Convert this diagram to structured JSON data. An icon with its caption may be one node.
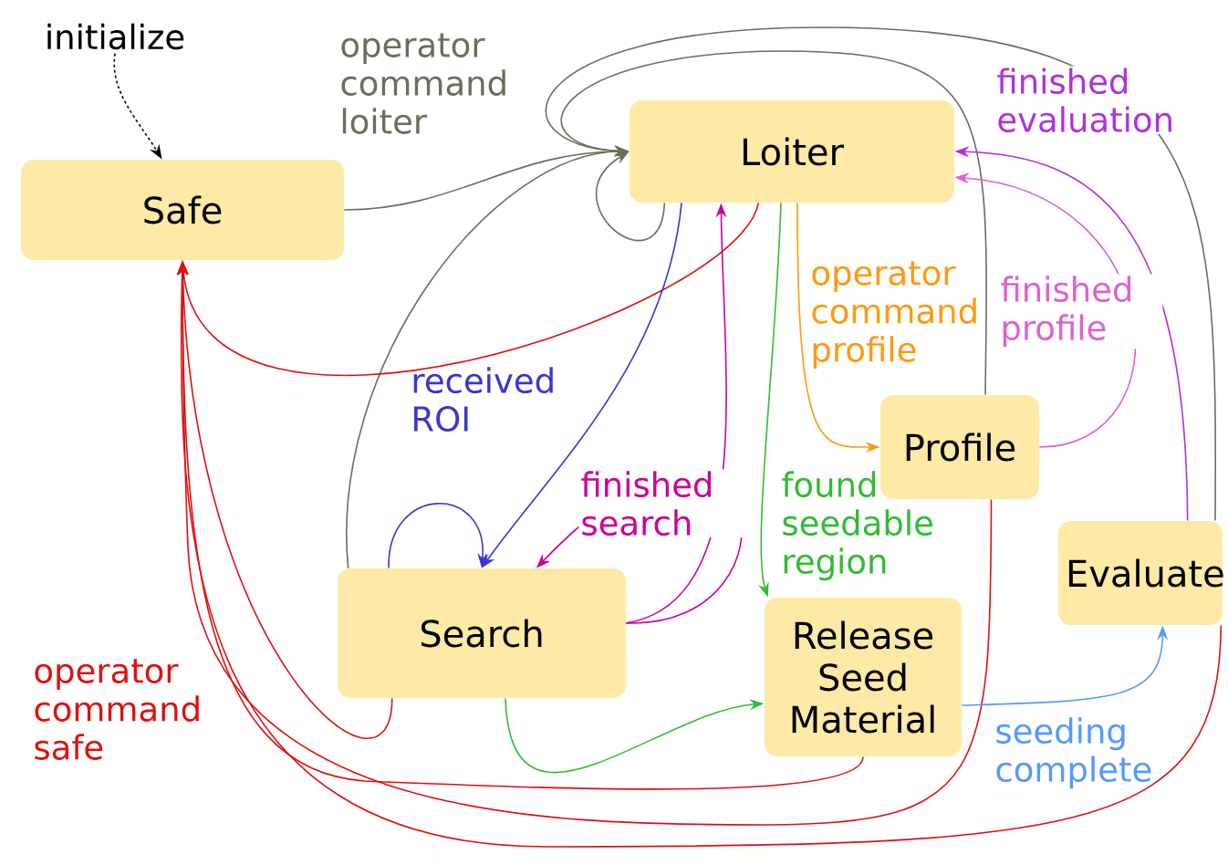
{
  "diagram": {
    "nodes": [
      {
        "text": [
          "initialize"
        ]
      },
      {
        "text": [
          "Safe"
        ]
      },
      {
        "text": [
          "Loiter"
        ]
      },
      {
        "text": [
          "Profile"
        ]
      },
      {
        "text": [
          "Search"
        ]
      },
      {
        "text": [
          "Release Seed Material"
        ]
      },
      {
        "text": [
          "Evaluate"
        ]
      }
    ],
    "edges": [
      {
        "from": 0,
        "to": 1,
        "arrow": "to",
        "style": "dashed",
        "color": "#000000"
      },
      {
        "from": 1,
        "to": 2,
        "arrow": "to",
        "color": "#6e6c5c",
        "label": "operator command loiter"
      },
      {
        "from": 4,
        "to": 2,
        "arrow": "to",
        "color": "#6e6c5c"
      },
      {
        "from": 2,
        "to": 2,
        "arrow": "to",
        "color": "#6e6c5c"
      },
      {
        "from": 3,
        "to": 2,
        "arrow": "to",
        "color": "#6e6c5c"
      },
      {
        "from": 6,
        "to": 2,
        "arrow": "to",
        "color": "#6e6c5c"
      },
      {
        "from": 2,
        "to": 1,
        "arrow": "to",
        "color": "#dd1111"
      },
      {
        "from": 4,
        "to": 1,
        "arrow": "to",
        "color": "#dd1111"
      },
      {
        "from": 5,
        "to": 1,
        "arrow": "to",
        "color": "#dd1111",
        "label": "operator command safe"
      },
      {
        "from": 3,
        "to": 1,
        "arrow": "to",
        "color": "#dd1111"
      },
      {
        "from": 6,
        "to": 1,
        "arrow": "to",
        "color": "#dd1111"
      },
      {
        "from": 2,
        "to": 4,
        "arrow": "to",
        "color": "#3b35d0",
        "label": "received ROI"
      },
      {
        "from": 4,
        "to": 4,
        "arrow": "to",
        "color": "#3b35d0"
      },
      {
        "from": 4,
        "to": 4,
        "arrow": "to",
        "color": "#cc0099",
        "label": "finished search"
      },
      {
        "from": 4,
        "to": 2,
        "arrow": "to",
        "color": "#cc0099"
      },
      {
        "from": 2,
        "to": 5,
        "arrow": "to",
        "color": "#33bb33",
        "label": "found seedable region"
      },
      {
        "from": 4,
        "to": 5,
        "arrow": "to",
        "color": "#33bb33"
      },
      {
        "from": 2,
        "to": 3,
        "arrow": "to",
        "color": "#ff9911",
        "label": "operator command profile"
      },
      {
        "from": 3,
        "to": 2,
        "arrow": "to",
        "color": "#e060d0",
        "label": "finished profile"
      },
      {
        "from": 6,
        "to": 2,
        "arrow": "to",
        "color": "#b030e0",
        "label": "finished evaluation"
      },
      {
        "from": 5,
        "to": 6,
        "arrow": "to",
        "color": "#5599ff",
        "label": "seeding complete"
      }
    ]
  }
}
